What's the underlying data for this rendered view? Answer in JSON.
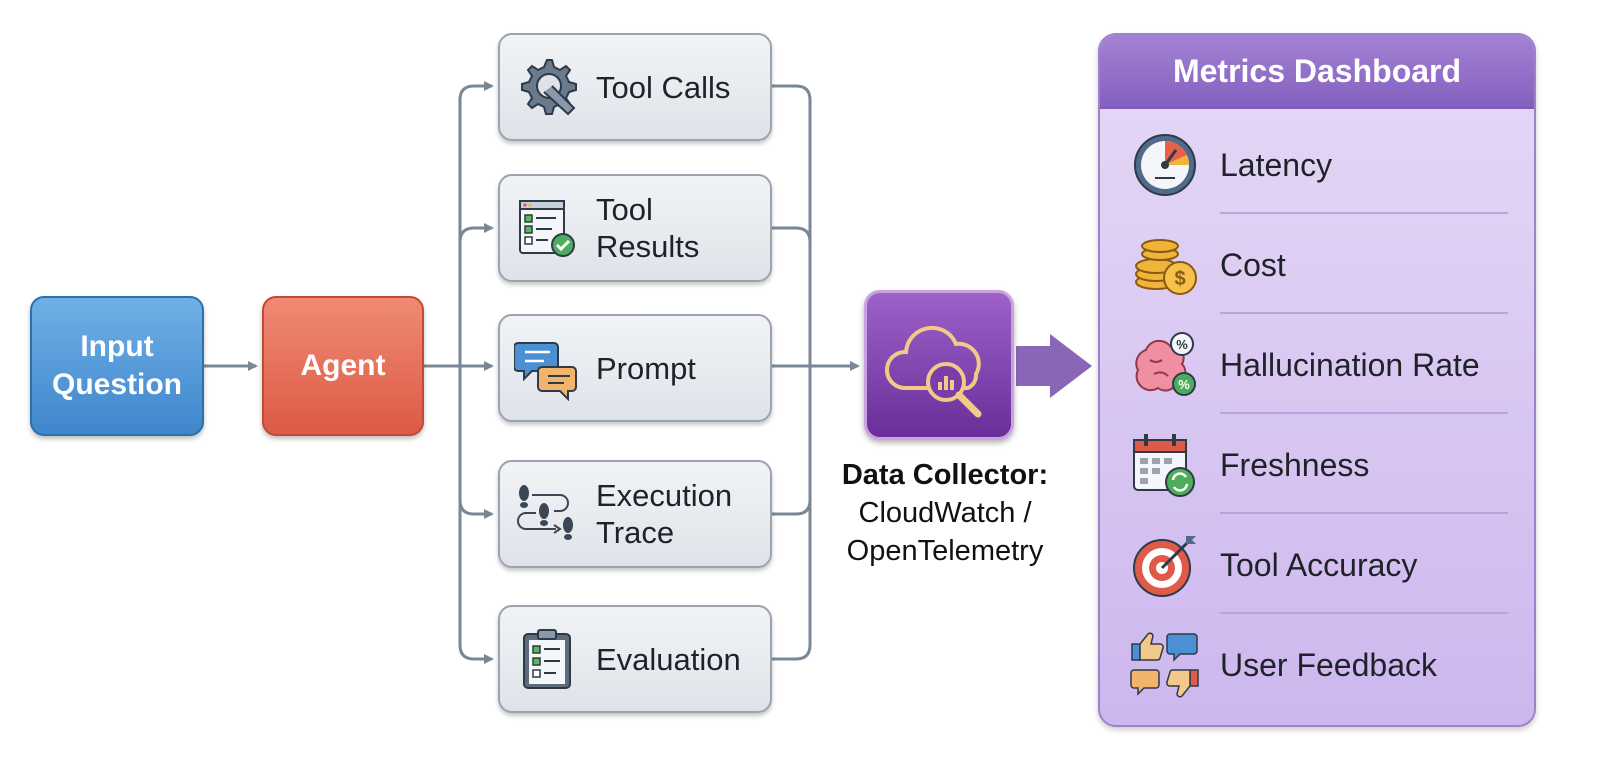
{
  "input": {
    "label": "Input Question"
  },
  "agent": {
    "label": "Agent"
  },
  "signals": [
    {
      "label": "Tool Calls",
      "icon": "gear-wrench-icon"
    },
    {
      "label": "Tool Results",
      "icon": "checklist-window-icon"
    },
    {
      "label": "Prompt",
      "icon": "chat-bubbles-icon"
    },
    {
      "label": "Execution Trace",
      "icon": "footsteps-icon"
    },
    {
      "label": "Evaluation",
      "icon": "clipboard-checklist-icon"
    }
  ],
  "collector": {
    "icon": "cloud-analytics-icon",
    "title": "Data Collector:",
    "line1": "CloudWatch /",
    "line2": "OpenTelemetry"
  },
  "dashboard": {
    "title": "Metrics Dashboard",
    "metrics": [
      {
        "label": "Latency",
        "icon": "speedometer-icon"
      },
      {
        "label": "Cost",
        "icon": "coins-icon"
      },
      {
        "label": "Hallucination Rate",
        "icon": "brain-percent-icon"
      },
      {
        "label": "Freshness",
        "icon": "calendar-refresh-icon"
      },
      {
        "label": "Tool Accuracy",
        "icon": "target-arrow-icon"
      },
      {
        "label": "User Feedback",
        "icon": "thumbs-feedback-icon"
      }
    ]
  },
  "colors": {
    "input": "#4a90d2",
    "agent": "#e3634e",
    "collector": "#7a3aa8",
    "dashboard": "#d8c8f0",
    "connector": "#7a8796"
  }
}
